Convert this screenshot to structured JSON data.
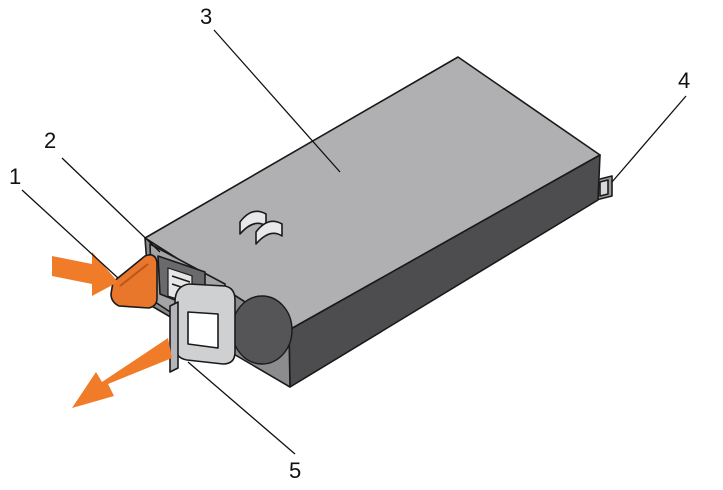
{
  "callouts": [
    {
      "id": "1",
      "label": "1"
    },
    {
      "id": "2",
      "label": "2"
    },
    {
      "id": "3",
      "label": "3"
    },
    {
      "id": "4",
      "label": "4"
    },
    {
      "id": "5",
      "label": "5"
    }
  ],
  "colors": {
    "body_top": "#b0b0b2",
    "body_side": "#4d4d50",
    "body_front": "#8c8c8e",
    "vent": "#555558",
    "connector_pins": "#e6e6e6",
    "release_tab": "#e8762b",
    "arrow": "#f07c2a",
    "handle": "#cfd0d2",
    "outline": "#1a1a1a"
  },
  "icons": [
    "release-tab-icon",
    "push-direction-arrow-icon",
    "pull-direction-arrow-icon",
    "handle-icon"
  ]
}
